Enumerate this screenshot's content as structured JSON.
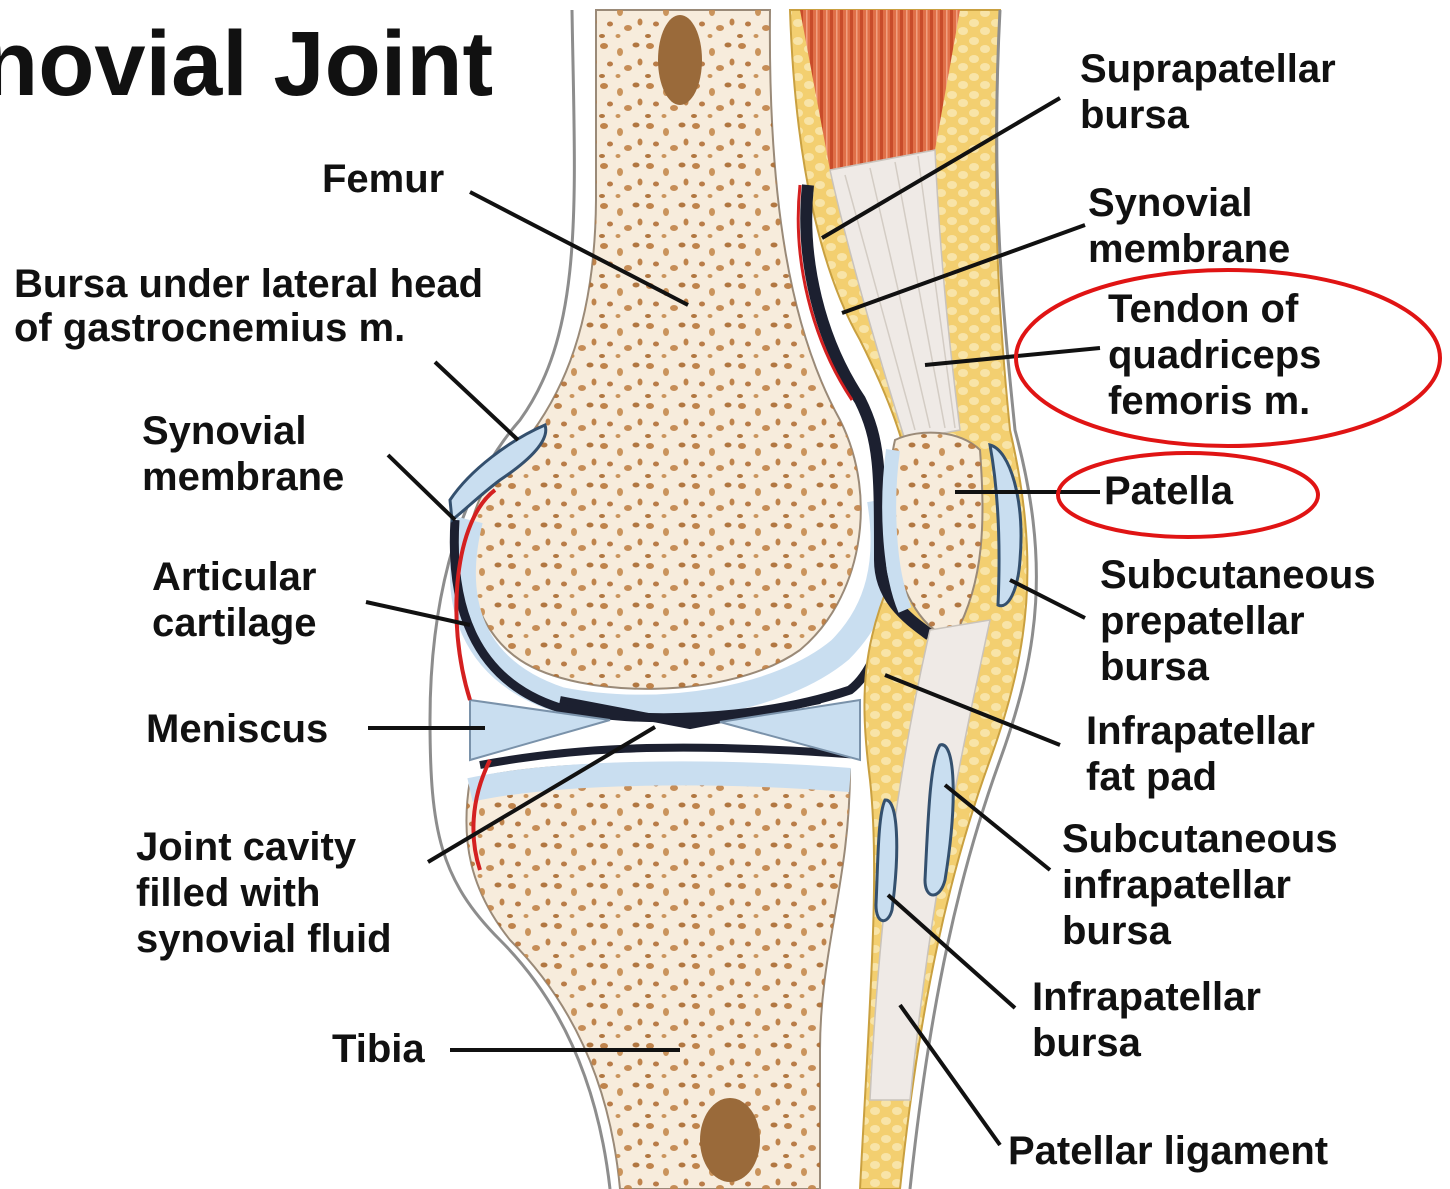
{
  "title": "novial Joint",
  "labels": {
    "femur": "Femur",
    "bursa_gastrocnemius": "Bursa under lateral head\nof gastrocnemius m.",
    "synovial_membrane_left": "Synovial\nmembrane",
    "articular_cartilage": "Articular\ncartilage",
    "meniscus": "Meniscus",
    "joint_cavity": "Joint cavity\nfilled with\nsynovial fluid",
    "tibia": "Tibia",
    "suprapatellar_bursa": "Suprapatellar\nbursa",
    "synovial_membrane_right": "Synovial\nmembrane",
    "tendon_quadriceps": "Tendon of\nquadriceps\nfemoris m.",
    "patella": "Patella",
    "subcutaneous_prepatellar_bursa": "Subcutaneous\nprepatellar\nbursa",
    "infrapatellar_fat_pad": "Infrapatellar\nfat pad",
    "subcutaneous_infrapatellar_bursa": "Subcutaneous\ninfrapatellar\nbursa",
    "infrapatellar_bursa": "Infrapatellar\nbursa",
    "patellar_ligament": "Patellar ligament"
  },
  "highlighted": [
    "tendon_quadriceps",
    "patella"
  ],
  "colors": {
    "bone": "#f7ecdc",
    "bone_spots": "#b9783c",
    "cartilage": "#c9def0",
    "cavity": "#1c2030",
    "synovium": "#d42020",
    "fat": "#f2cf6e",
    "muscle": "#d8643c",
    "tendon": "#efeae6",
    "highlight_ring": "#e01414"
  }
}
